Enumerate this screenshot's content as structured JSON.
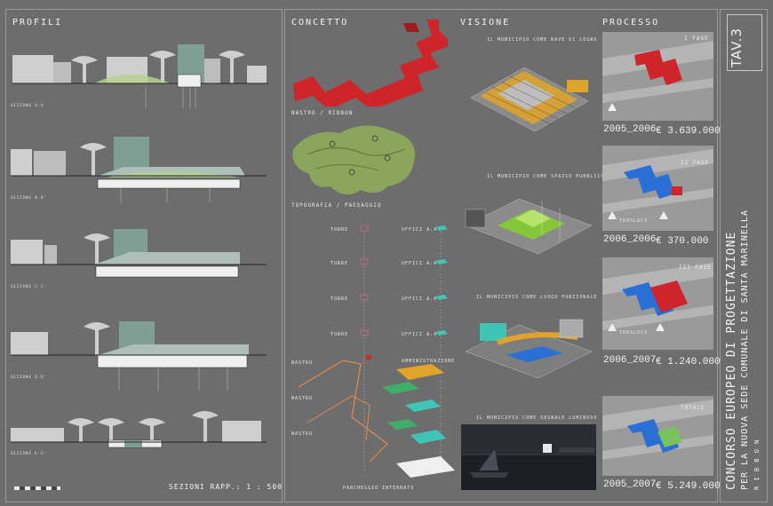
{
  "headers": {
    "profili": "PROFILI",
    "concetto": "CONCETTO",
    "visione": "VISIONE",
    "processo": "PROCESSO"
  },
  "concetto": {
    "nastro_ribbon": "NASTRO / RIBBON",
    "topografia": "TOPOGRAFIA / PAESAGGIO",
    "torre_labels": [
      "TORRE",
      "TORRE",
      "TORRE",
      "TORRE"
    ],
    "uffici_labels": [
      "UFFICI A.4",
      "UFFICI A.4",
      "UFFICI A.4",
      "UFFICI A.4"
    ],
    "nastro_labels": [
      "NASTRO",
      "NASTRO",
      "NASTRO"
    ],
    "amministrazione": "AMMINISTRAZIONE",
    "parcheggio": "PARCHEGGIO INTERRATO"
  },
  "visione": {
    "captions": [
      "IL MUNICIPIO COME NAVE DI LEGNO",
      "IL MUNICIPIO COME SPAZIO PUBBLICO",
      "IL MUNICIPIO COME LUOGO FUNZIONALE",
      "IL MUNICIPIO COME SEGNALE LUMINOSO"
    ]
  },
  "processo": {
    "phases": [
      {
        "label": "I FASE",
        "period": "2005_2006",
        "amount": "€ 3.639.000"
      },
      {
        "label": "II FASE",
        "period": "2006_2006",
        "amount": "€ 370.000"
      },
      {
        "label": "III FASE",
        "period": "2006_2007",
        "amount": "€ 1.240.000"
      },
      {
        "label": "TOTALE",
        "period": "2005_2007",
        "amount": "€ 5.249.000"
      }
    ],
    "legend_notes": [
      "TRASLOCO",
      "TRASLOCO"
    ]
  },
  "profili": {
    "sections": [
      "SEZIONE A-A'",
      "SEZIONE B-B'",
      "SEZIONE C-C'",
      "SEZIONE D-D'",
      "SEZIONE E-E'"
    ],
    "scale": "SEZIONI RAPP.: 1 : 500"
  },
  "side": {
    "tav": "TAV.3",
    "title_main": "CONCORSO EUROPEO DI PROGETTAZIONE",
    "title_sub": "PER LA NUOVA SEDE COMUNALE DI SANTA MARINELLA",
    "motto": "R I B B O N"
  },
  "colors": {
    "board": "#6d6d6d",
    "ribbon_red": "#d0242b",
    "landscape_green": "#8aa65c",
    "phase_blue": "#2a6fd6",
    "wood": "#e0a42a"
  }
}
